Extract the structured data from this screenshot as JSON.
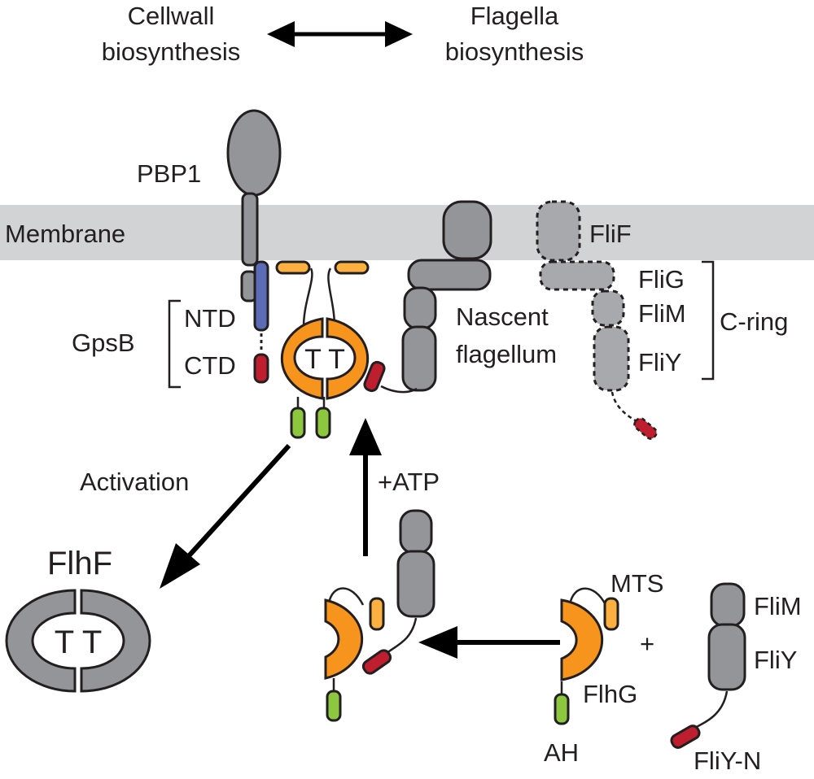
{
  "labels": {
    "cellwall": [
      "Cellwall",
      "biosynthesis"
    ],
    "flagella": [
      "Flagella",
      "biosynthesis"
    ],
    "pbp1": "PBP1",
    "membrane": "Membrane",
    "ntd": "NTD",
    "ctd": "CTD",
    "gpsb": "GpsB",
    "nascent": [
      "Nascent",
      "flagellum"
    ],
    "flif": "FliF",
    "flig": "FliG",
    "flim_top": "FliM",
    "fliy_top": "FliY",
    "cring": "C-ring",
    "activation": "Activation",
    "atp": "+ATP",
    "flhf": "FlhF",
    "tt_flhf": "T T",
    "tt_complex": "T T",
    "mts": "MTS",
    "plus": "+",
    "flhg": "FlhG",
    "ah": "AH",
    "flim_bottom": "FliM",
    "fliy_bottom": "FliY",
    "fliyn": "FliY-N"
  },
  "colors": {
    "membrane": "#d1d3d4",
    "protein_gray": "#939598",
    "flhg_orange": "#f7941d",
    "mts_yellow": "#fbb040",
    "fliyn_red": "#be1e2d",
    "ah_green": "#8dc63f",
    "gpsb_blue": "#5b6bb5"
  }
}
